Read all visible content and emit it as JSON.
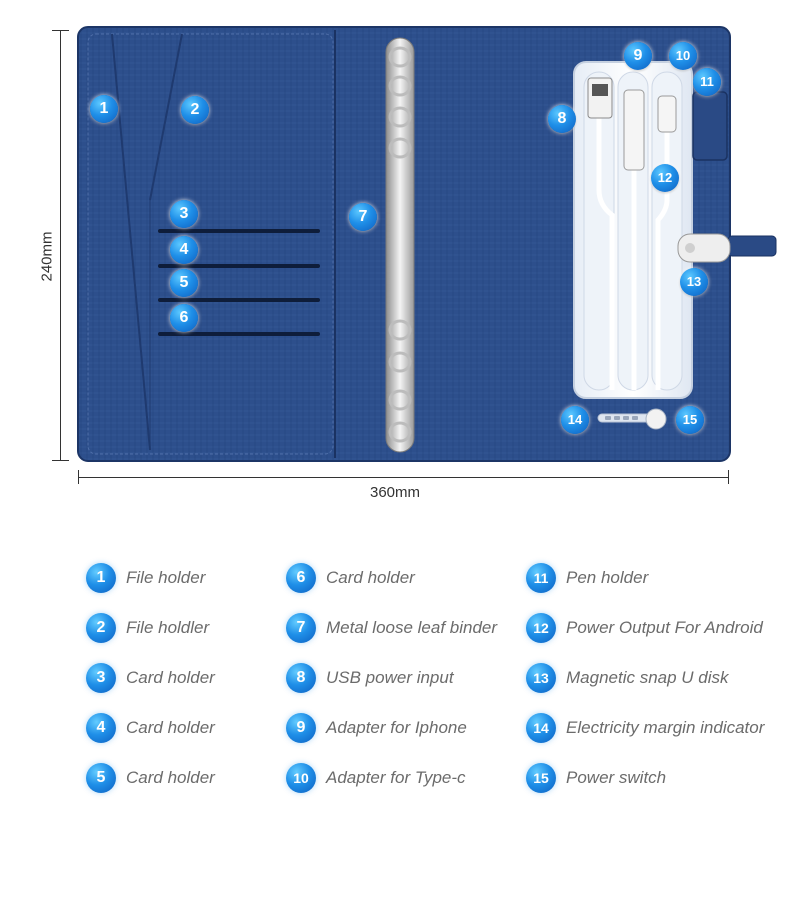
{
  "dimensions": {
    "height": "240mm",
    "width": "360mm"
  },
  "callouts": [
    "1",
    "2",
    "3",
    "4",
    "5",
    "6",
    "7",
    "8",
    "9",
    "10",
    "11",
    "12",
    "13",
    "14",
    "15"
  ],
  "legend": [
    {
      "num": "1",
      "label": "File holder"
    },
    {
      "num": "2",
      "label": "File holdler"
    },
    {
      "num": "3",
      "label": "Card holder"
    },
    {
      "num": "4",
      "label": "Card holder"
    },
    {
      "num": "5",
      "label": "Card holder"
    },
    {
      "num": "6",
      "label": "Card holder"
    },
    {
      "num": "7",
      "label": "Metal loose leaf binder"
    },
    {
      "num": "8",
      "label": "USB power input"
    },
    {
      "num": "9",
      "label": "Adapter for Iphone"
    },
    {
      "num": "10",
      "label": "Adapter for Type-c"
    },
    {
      "num": "11",
      "label": "Pen holder"
    },
    {
      "num": "12",
      "label": "Power Output For Android"
    },
    {
      "num": "13",
      "label": "Magnetic snap U disk"
    },
    {
      "num": "14",
      "label": "Electricity margin indicator"
    },
    {
      "num": "15",
      "label": "Power switch"
    }
  ],
  "colors": {
    "leather": "#2b4c86",
    "leather_dark": "#1e3a6e",
    "badge": "#1f8fe8"
  }
}
